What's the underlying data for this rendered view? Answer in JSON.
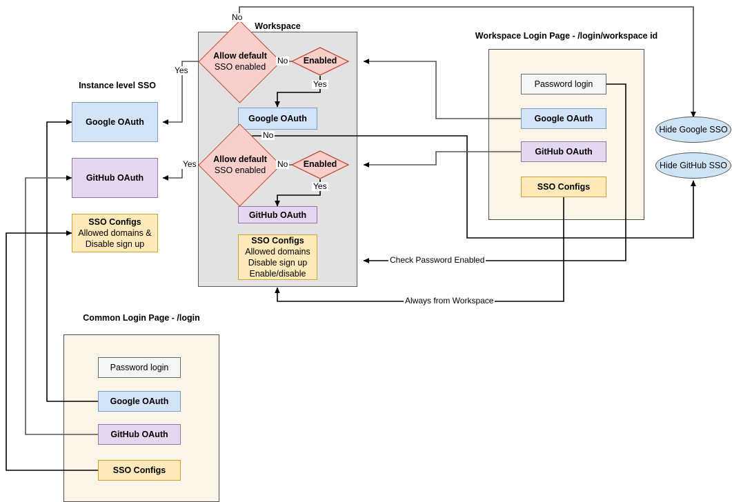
{
  "groups": {
    "workspace": {
      "title": "Workspace"
    },
    "instance": {
      "title": "Instance level SSO"
    },
    "workspace_login": {
      "title": "Workspace Login Page - /login/workspace id"
    },
    "common_login": {
      "title": "Common Login Page - /login"
    }
  },
  "workspace": {
    "diamond_allow_google": {
      "line1": "Allow default",
      "line2": "SSO enabled"
    },
    "diamond_enabled_google": {
      "label": "Enabled"
    },
    "google_oauth": {
      "label": "Google OAuth"
    },
    "diamond_allow_github": {
      "line1": "Allow default",
      "line2": "SSO enabled"
    },
    "diamond_enabled_github": {
      "label": "Enabled"
    },
    "github_oauth": {
      "label": "GitHub OAuth"
    },
    "sso_configs": {
      "title": "SSO Configs",
      "line1": "Allowed domains",
      "line2": "Disable sign up",
      "line3": "Enable/disable"
    }
  },
  "instance": {
    "google_oauth": {
      "label": "Google OAuth"
    },
    "github_oauth": {
      "label": "GitHub OAuth"
    },
    "sso_configs": {
      "title": "SSO Configs",
      "line1": "Allowed domains &",
      "line2": "Disable sign up"
    }
  },
  "workspace_login": {
    "password_login": {
      "label": "Password login"
    },
    "google_oauth": {
      "label": "Google OAuth"
    },
    "github_oauth": {
      "label": "GitHub OAuth"
    },
    "sso_configs": {
      "label": "SSO Configs"
    }
  },
  "common_login": {
    "password_login": {
      "label": "Password login"
    },
    "google_oauth": {
      "label": "Google OAuth"
    },
    "github_oauth": {
      "label": "GitHub OAuth"
    },
    "sso_configs": {
      "label": "SSO Configs"
    }
  },
  "outcomes": {
    "hide_google": {
      "label": "Hide Google SSO"
    },
    "hide_github": {
      "label": "Hide GitHub SSO"
    }
  },
  "edge_labels": {
    "no_top": "No",
    "no_google_enabled": "No",
    "yes_google_enabled": "Yes",
    "yes_google_allow": "Yes",
    "no_mid": "No",
    "no_github_enabled": "No",
    "yes_github_enabled": "Yes",
    "yes_github_allow": "Yes",
    "check_password_enabled": "Check Password Enabled",
    "always_from_workspace": "Always from Workspace"
  },
  "colors": {
    "workspace_bg": "#e2e2e2",
    "login_bg": "#faf5e6",
    "google_blue": "#d3e3f8",
    "github_purple": "#e5d7f0",
    "sso_yellow": "#fde9b9",
    "diamond_red": "#f8cfca",
    "ellipse_blue": "#cfe3f7",
    "line": "#000000",
    "line_grey": "#666666"
  }
}
